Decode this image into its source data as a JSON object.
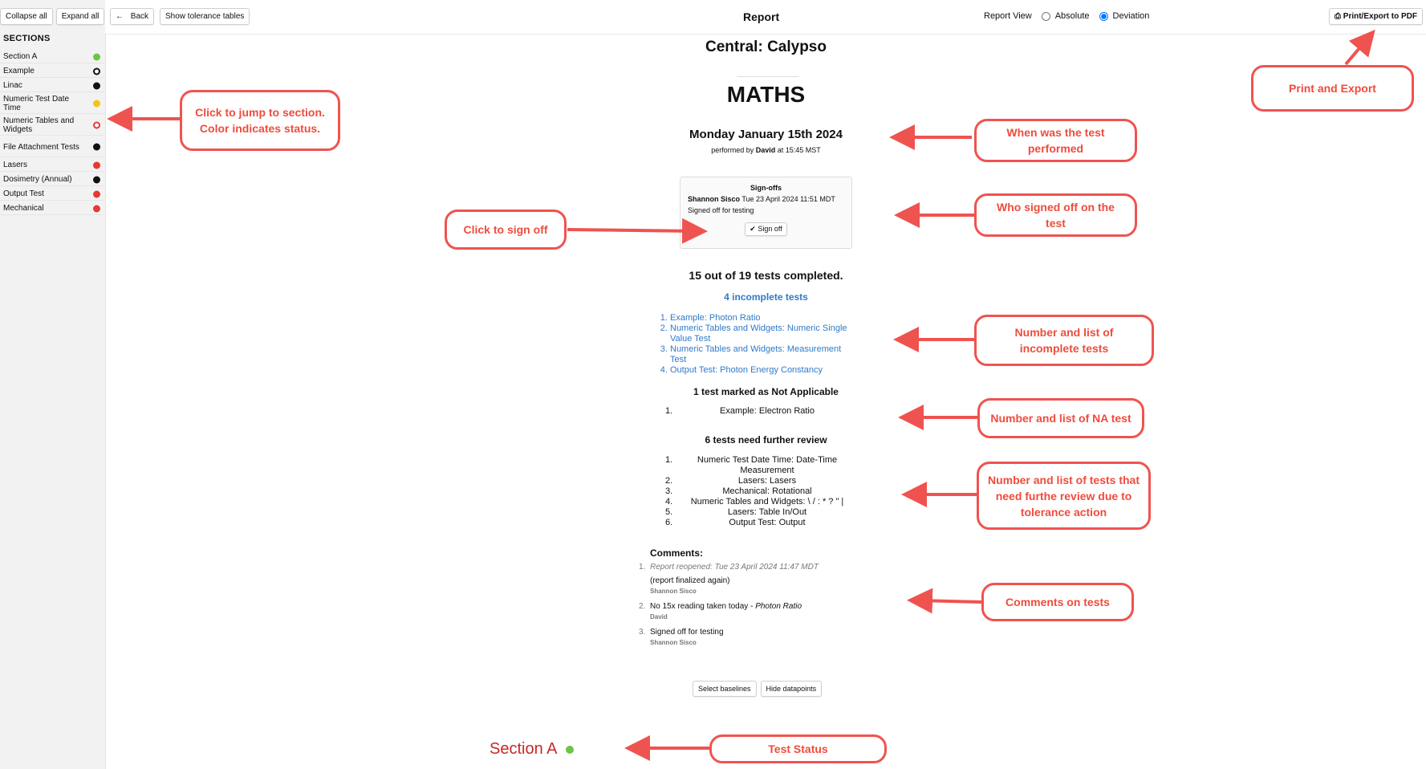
{
  "sidebar": {
    "collapse_label": "Collapse all",
    "expand_label": "Expand all",
    "heading": "SECTIONS",
    "items": [
      {
        "label": "Section A",
        "status_color": "#6cc644",
        "filled": true
      },
      {
        "label": "Example",
        "status_color": "#111111",
        "filled": false
      },
      {
        "label": "Linac",
        "status_color": "#111111",
        "filled": true
      },
      {
        "label": "Numeric Test Date Time",
        "status_color": "#f0c419",
        "filled": true
      },
      {
        "label": "Numeric Tables and Widgets",
        "status_color": "#e53935",
        "filled": false
      },
      {
        "label": "File Attachment Tests",
        "status_color": "#111111",
        "filled": true
      },
      {
        "label": "Lasers",
        "status_color": "#e53935",
        "filled": true
      },
      {
        "label": "Dosimetry (Annual)",
        "status_color": "#111111",
        "filled": true
      },
      {
        "label": "Output Test",
        "status_color": "#e53935",
        "filled": true
      },
      {
        "label": "Mechanical",
        "status_color": "#e53935",
        "filled": true
      }
    ]
  },
  "toolbar": {
    "back_label": "Back",
    "tolerance_label": "Show tolerance tables",
    "title": "Report",
    "view_label": "Report View",
    "absolute_label": "Absolute",
    "deviation_label": "Deviation",
    "selected_view": "deviation",
    "print_label": "Print/Export to PDF"
  },
  "report": {
    "unit": "Central: Calypso",
    "test_list": "MATHS",
    "date": "Monday January 15th 2024",
    "performed_prefix": "performed by",
    "performed_by": "David",
    "performed_time": "at 15:45 MST",
    "signoffs": {
      "title": "Sign-offs",
      "name": "Shannon Sisco",
      "time": "Tue 23 April 2024 11:51 MDT",
      "note": "Signed off for testing",
      "button_label": "Sign off"
    },
    "completed_text": "15 out of 19 tests completed.",
    "incomplete_heading": "4 incomplete tests",
    "incomplete": [
      "Example: Photon Ratio",
      "Numeric Tables and Widgets: Numeric Single Value Test",
      "Numeric Tables and Widgets: Measurement Test",
      "Output Test: Photon Energy Constancy"
    ],
    "na_heading": "1 test marked as Not Applicable",
    "na": [
      "Example: Electron Ratio"
    ],
    "review_heading": "6 tests need further review",
    "review": [
      "Numeric Test Date Time: Date-Time Measurement",
      "Lasers: Lasers",
      "Mechanical: Rotational",
      "Numeric Tables and Widgets: \\ / : * ? \" |",
      "Lasers: Table In/Out",
      "Output Test: Output"
    ],
    "comments_heading": "Comments:",
    "comments": [
      {
        "text": "Report reopened: Tue 23 April 2024 11:47 MDT",
        "extra": "(report finalized again)",
        "author": "Shannon Sisco"
      },
      {
        "text": "No 15x reading taken today - ",
        "test": "Photon Ratio",
        "author": "David"
      },
      {
        "text": "Signed off for testing",
        "author": "Shannon Sisco"
      }
    ],
    "select_baselines_label": "Select baselines",
    "hide_datapoints_label": "Hide datapoints",
    "section_title": "Section A",
    "section_status_color": "#6cc644"
  },
  "annotations": {
    "jump": "Click to jump to section. Color indicates status.",
    "print": "Print and Export",
    "when": "When was the test performed",
    "signed": "Who signed off on the test",
    "signoff": "Click to sign off",
    "incomplete": "Number and list of incomplete tests",
    "na": "Number and list of NA test",
    "review": "Number and list of tests that need furthe review due to  tolerance action",
    "comments": "Comments on tests",
    "status": "Test Status"
  },
  "colors": {
    "annotation": "#ef5350",
    "link": "#2f7ac9",
    "section_title": "#c62828"
  }
}
